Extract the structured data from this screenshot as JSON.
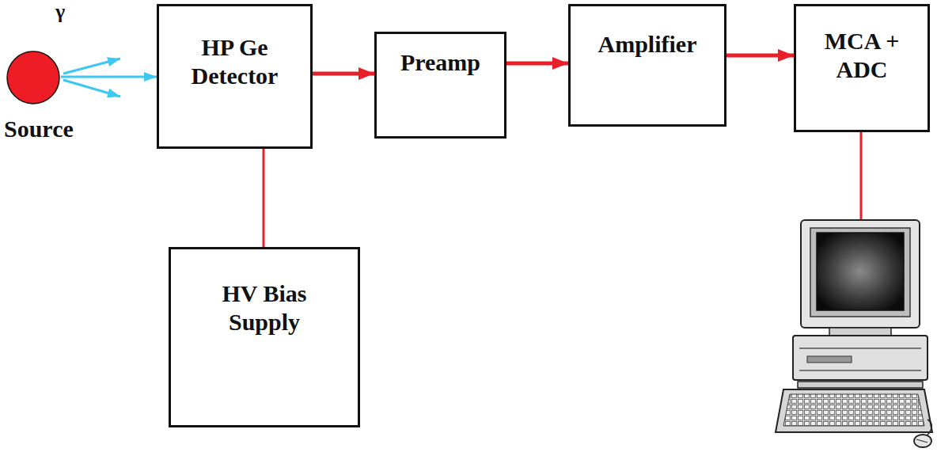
{
  "diagram": {
    "nodes": [
      {
        "text": [
          "Source"
        ]
      },
      {
        "text": [
          "HP Ge Detector"
        ]
      },
      {
        "text": [
          "Preamp"
        ]
      },
      {
        "text": [
          "Amplifier"
        ]
      },
      {
        "text": [
          "MCA + ADC"
        ]
      },
      {
        "text": [
          "HV Bias Supply"
        ]
      }
    ],
    "edges": [
      {
        "from": 0,
        "to": 1,
        "arrow": "to",
        "label": "γ"
      },
      {
        "from": 1,
        "to": 2,
        "arrow": "to"
      },
      {
        "from": 2,
        "to": 3,
        "arrow": "to"
      },
      {
        "from": 3,
        "to": 4,
        "arrow": "to"
      },
      {
        "from": 1,
        "to": 5,
        "arrow": "none"
      }
    ]
  }
}
